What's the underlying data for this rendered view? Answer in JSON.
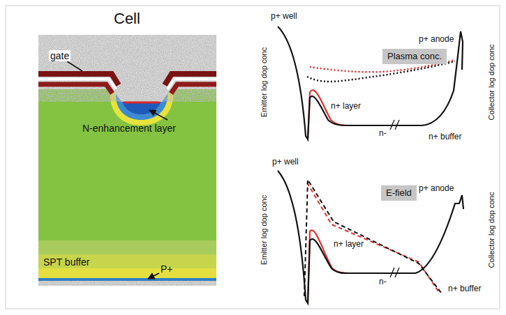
{
  "diagram": {
    "nodes": [
      {
        "text": [
          "Plasma conc."
        ]
      },
      {
        "text": [
          "E-field"
        ]
      }
    ],
    "labels": [
      "Cell",
      "gate",
      "N-enhancement layer",
      "SPT buffer",
      "P+",
      "p+ well",
      "p+ anode",
      "n+ layer",
      "n-",
      "n+ buffer",
      "Emitter log dop conc",
      "Collector log dop conc",
      "p+ well",
      "p+ anode",
      "n+ layer",
      "n-",
      "n+ buffer",
      "Emitter log dop conc",
      "Collector log dop conc"
    ]
  }
}
